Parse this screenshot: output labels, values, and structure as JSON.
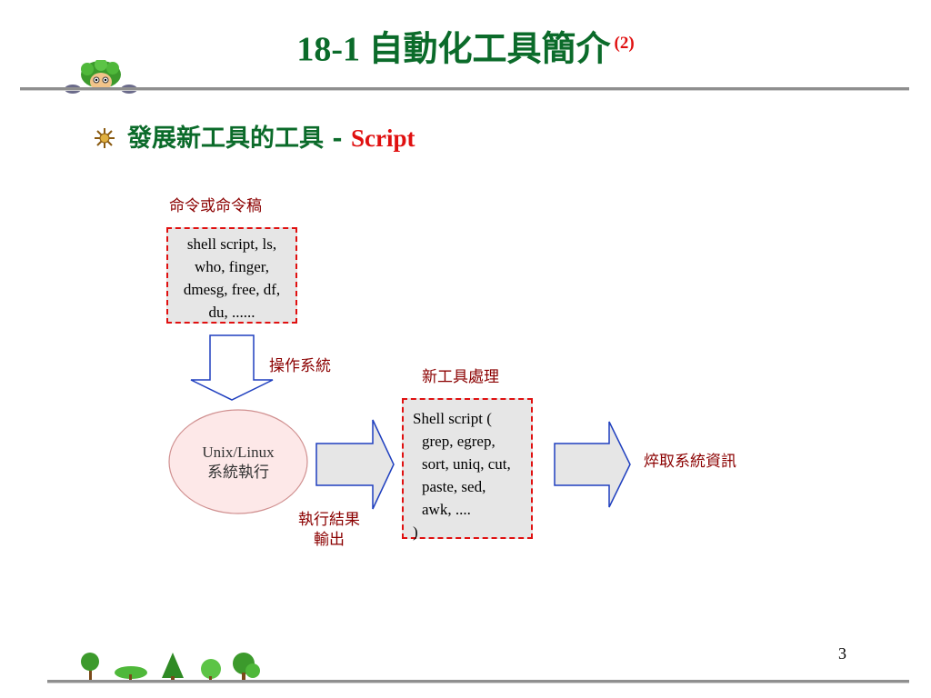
{
  "slide": {
    "title_main": "18-1 自動化工具簡介",
    "title_sub": "(2)",
    "heading_zh": "發展新工具的工具 - ",
    "heading_en": "Script",
    "page_number": "3"
  },
  "diagram": {
    "label_commands": "命令或命令稿",
    "commands_box": [
      "shell script, ls,",
      "who, finger,",
      "dmesg, free, df,",
      "du, ......"
    ],
    "label_os": "操作系統",
    "os_ellipse": [
      "Unix/Linux",
      "系統執行"
    ],
    "label_output": [
      "執行結果",
      "輸出"
    ],
    "label_newtool": "新工具處理",
    "newtool_box": [
      "Shell script (",
      "grep, egrep,",
      "sort, uniq, cut,",
      "paste, sed,",
      "awk, ....",
      ")"
    ],
    "label_result": "焠取系統資訊"
  },
  "colors": {
    "title": "#0b6b2a",
    "accent": "#e01010",
    "label": "#8b0000",
    "arrow_stroke": "#1f3fbf",
    "box_fill": "#e6e6e6"
  },
  "icons": [
    "mascot-icon",
    "star-bullet-icon",
    "trees-decoration-icon"
  ]
}
